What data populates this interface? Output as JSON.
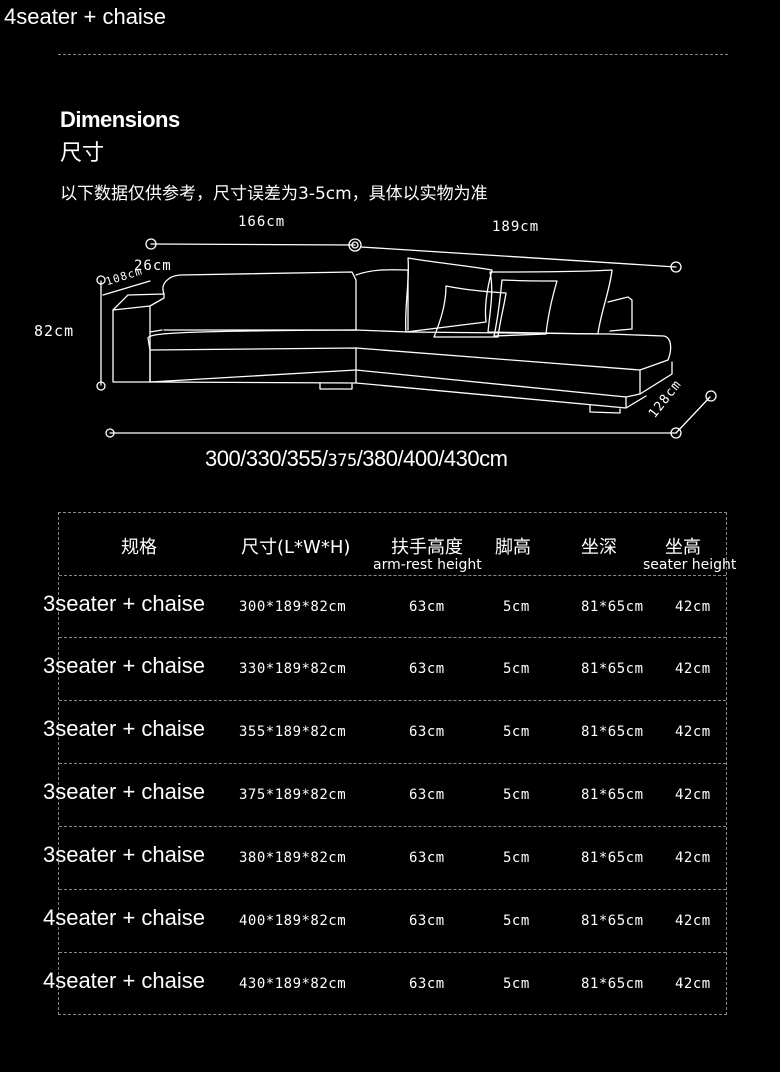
{
  "header": {
    "title": "4seater + chaise"
  },
  "section": {
    "title_en": "Dimensions",
    "title_zh": "尺寸",
    "note": "以下数据仅供参考，尺寸误差为3-5cm，具体以实物为准"
  },
  "diagram": {
    "labels": {
      "width_top": "166cm",
      "chaise_length": "189cm",
      "arm_width": "26cm",
      "depth": "108cm",
      "height": "82cm",
      "chaise_depth": "128cm"
    },
    "sizes_a": "300/330/355/",
    "sizes_b": "375",
    "sizes_c": "/380/400/430cm"
  },
  "table": {
    "headers": {
      "spec": "规格",
      "size": "尺寸(L*W*H)",
      "armrest": "扶手高度",
      "armrest_en": "arm-rest height",
      "leg": "脚高",
      "depth": "坐深",
      "seat": "坐高",
      "seat_en": "seater height"
    },
    "rows": [
      {
        "name": "3seater + chaise",
        "size": "300*189*82cm",
        "armrest": "63cm",
        "leg": "5cm",
        "depth": "81*65cm",
        "seat": "42cm"
      },
      {
        "name": "3seater + chaise",
        "size": "330*189*82cm",
        "armrest": "63cm",
        "leg": "5cm",
        "depth": "81*65cm",
        "seat": "42cm"
      },
      {
        "name": "3seater + chaise",
        "size": "355*189*82cm",
        "armrest": "63cm",
        "leg": "5cm",
        "depth": "81*65cm",
        "seat": "42cm"
      },
      {
        "name": "3seater + chaise",
        "size": "375*189*82cm",
        "armrest": "63cm",
        "leg": "5cm",
        "depth": "81*65cm",
        "seat": "42cm"
      },
      {
        "name": "3seater + chaise",
        "size": "380*189*82cm",
        "armrest": "63cm",
        "leg": "5cm",
        "depth": "81*65cm",
        "seat": "42cm"
      },
      {
        "name": "4seater + chaise",
        "size": "400*189*82cm",
        "armrest": "63cm",
        "leg": "5cm",
        "depth": "81*65cm",
        "seat": "42cm"
      },
      {
        "name": "4seater + chaise",
        "size": "430*189*82cm",
        "armrest": "63cm",
        "leg": "5cm",
        "depth": "81*65cm",
        "seat": "42cm"
      }
    ]
  }
}
